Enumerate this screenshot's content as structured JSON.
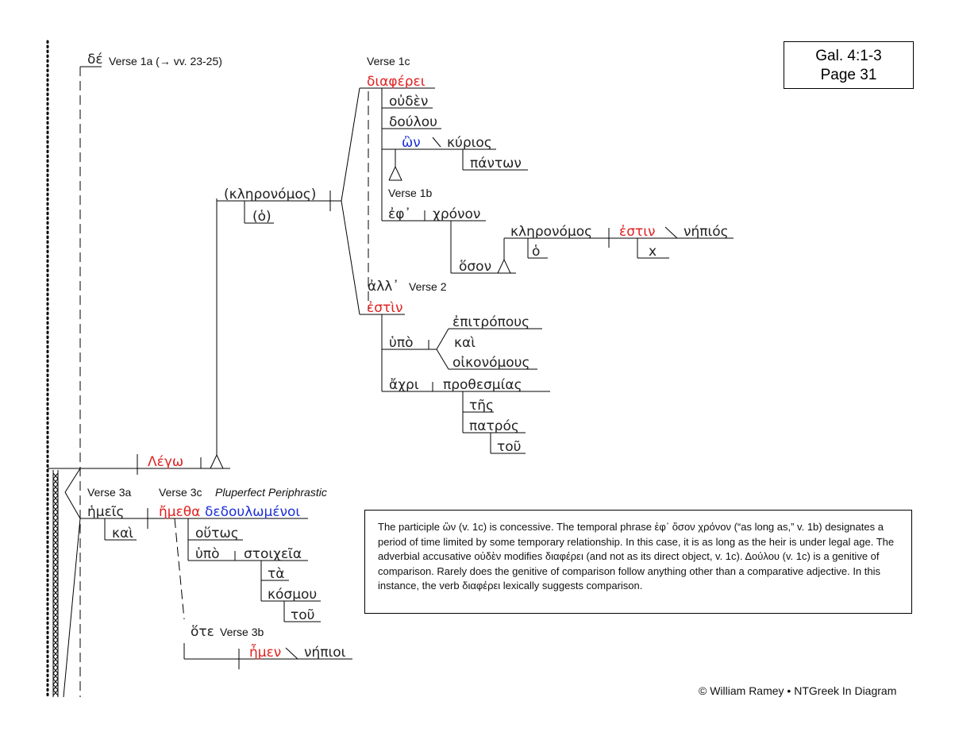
{
  "header": {
    "ref": "Gal. 4:1-3",
    "page": "Page 31"
  },
  "labels": {
    "verse_1a": "Verse 1a (→ vv. 23-25)",
    "verse_1c": "Verse 1c",
    "verse_1b": "Verse 1b",
    "verse_2": "Verse 2",
    "verse_3a": "Verse 3a",
    "verse_3c": "Verse 3c",
    "pluperfect": "Pluperfect Periphrastic",
    "verse_3b": "Verse 3b"
  },
  "words": {
    "de": "δέ",
    "diapherei": "διαφέρει",
    "ouden": "οὐδὲν",
    "doulou": "δούλου",
    "on": "ὢν",
    "kyrios": "κύριος",
    "panton": "πάντων",
    "eph": "ἐφ᾽",
    "chronon": "χρόνον",
    "hoson": "ὅσον",
    "kleronomos": "κληρονόμος",
    "ho": "ὁ",
    "estin_1": "ἐστιν",
    "nepios": "νήπιός",
    "x": "x",
    "kleronomos_paren": "(κληρονόμος)",
    "ho_paren": "(ὁ)",
    "all": "ἀλλ᾽",
    "estin_2": "ἐστὶν",
    "hypo_1": "ὑπὸ",
    "epitropous": "ἐπιτρόπους",
    "kai_1": "καὶ",
    "oikonomous": "οἰκονόμους",
    "achri": "ἄχρι",
    "prothesmias": "προθεσμίας",
    "tes": "τῆς",
    "patros": "πατρός",
    "tou_1": "τοῦ",
    "lego": "Λέγω",
    "hemeis": "ἡμεῖς",
    "kai_2": "καὶ",
    "hemetha": "ἤμεθα",
    "dedoulomenoi": "δεδουλωμένοι",
    "houtos": "οὕτως",
    "hypo_2": "ὑπὸ",
    "stoicheia": "στοιχεῖα",
    "ta": "τὰ",
    "kosmou": "κόσμου",
    "tou_2": "τοῦ",
    "hote": "ὅτε",
    "hemen": "ἦμεν",
    "nepioi": "νήπιοι"
  },
  "note": "The participle ὢν (v. 1c) is concessive. The temporal phrase ἐφ᾽ ὅσον χρόνον (“as long as,” v. 1b) designates a period of time limited by some temporary relationship. In this case, it is as long as the heir is under legal age. The adverbial accusative οὐδὲν modifies διαφέρει (and not as its direct object, v. 1c). Δούλου (v. 1c) is a genitive of comparison. Rarely does the genitive of comparison follow anything other than a comparative adjective. In this instance, the verb διαφέρει lexically suggests comparison.",
  "copyright": "© William Ramey • NTGreek In Diagram",
  "colors": {
    "verb": "#e02020",
    "participle": "#1a2fd8",
    "text": "#222222"
  }
}
